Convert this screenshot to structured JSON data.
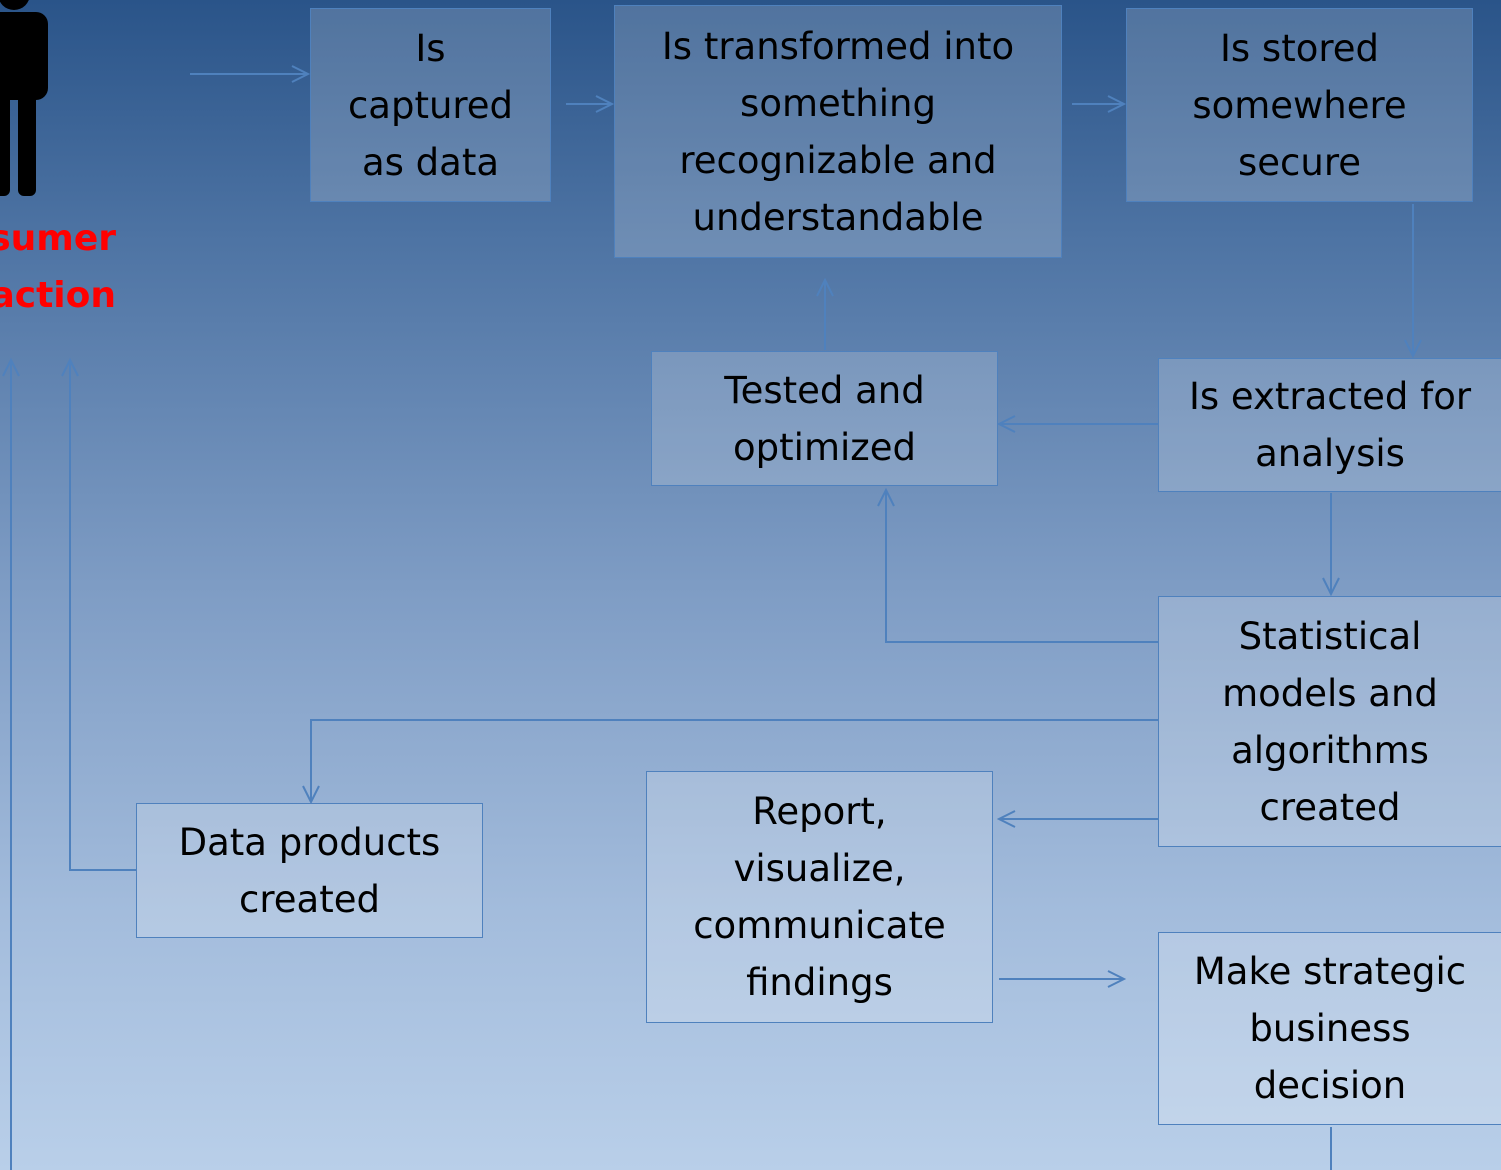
{
  "diagram": {
    "actor": {
      "label": "Consumer interaction",
      "label_visible_line1": "sumer",
      "label_visible_line2": "action",
      "icon": "person-icon"
    },
    "nodes": {
      "captured": "Is captured as data",
      "transformed": "Is transformed into something recognizable and understandable",
      "stored": "Is stored somewhere secure",
      "extracted": "Is extracted for analysis",
      "tested": "Tested and optimized",
      "models": "Statistical models and algorithms created",
      "data_products": "Data products created",
      "report": "Report, visualize, communicate findings",
      "decision": "Make strategic business decision"
    },
    "edges": [
      {
        "from": "actor",
        "to": "captured"
      },
      {
        "from": "captured",
        "to": "transformed"
      },
      {
        "from": "transformed",
        "to": "stored"
      },
      {
        "from": "stored",
        "to": "extracted"
      },
      {
        "from": "extracted",
        "to": "tested"
      },
      {
        "from": "tested",
        "to": "transformed"
      },
      {
        "from": "extracted",
        "to": "models"
      },
      {
        "from": "models",
        "to": "tested"
      },
      {
        "from": "models",
        "to": "data_products"
      },
      {
        "from": "models",
        "to": "report"
      },
      {
        "from": "report",
        "to": "decision"
      },
      {
        "from": "data_products",
        "to": "actor"
      },
      {
        "from": "decision",
        "to": "actor"
      }
    ],
    "colors": {
      "connector": "#4f81bd",
      "actor_label": "#ff0000",
      "background_top": "#2a5489",
      "background_bottom": "#b9cfe9"
    }
  }
}
